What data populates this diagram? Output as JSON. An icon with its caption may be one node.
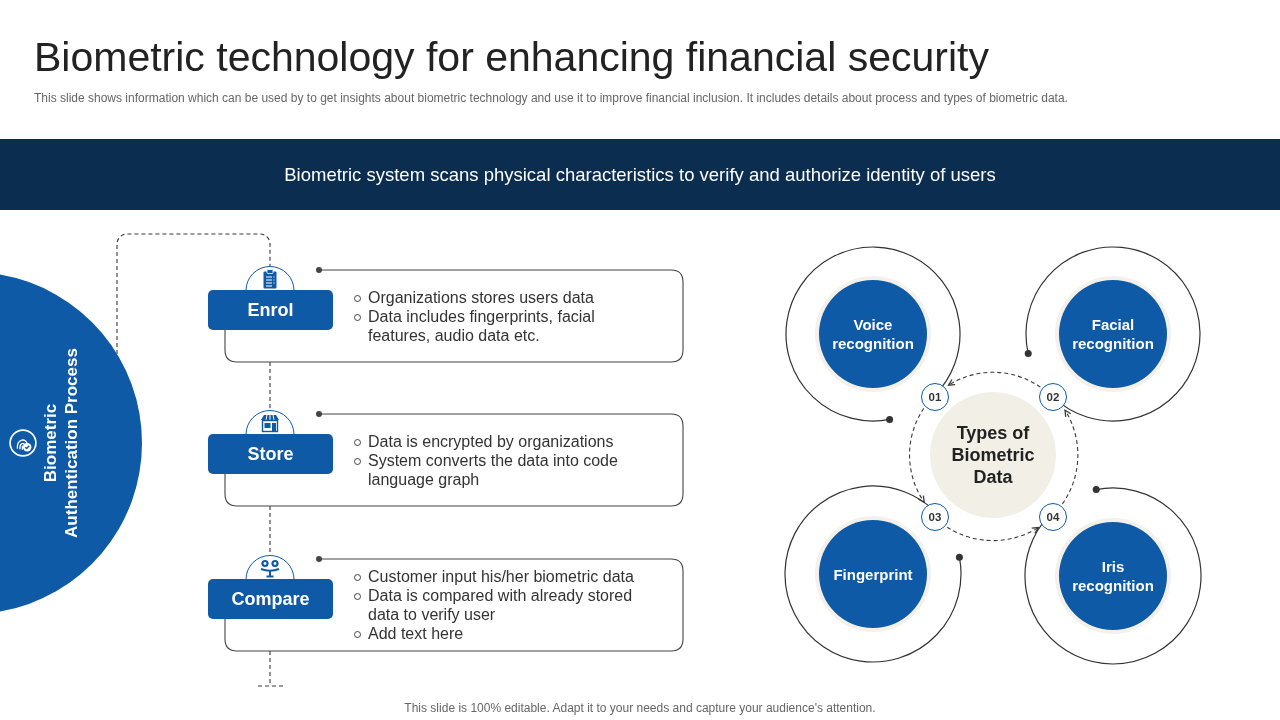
{
  "diagram": {
    "title": "Biometric technology for enhancing financial security",
    "nodes": [
      {
        "text": [
          "Biometric system scans physical characteristics to verify and authorize identity of users"
        ]
      },
      {
        "text": [
          "Biometric Authentication Process"
        ]
      },
      {
        "text": [
          "Enrol",
          "Organizations stores users data",
          "Data includes fingerprints, facial features, audio data etc."
        ]
      },
      {
        "text": [
          "Store",
          "Data is encrypted by organizations",
          "System converts the data into code language graph"
        ]
      },
      {
        "text": [
          "Compare",
          "Customer input his/her biometric data",
          "Data is compared with already stored data to verify user",
          "Add text here"
        ]
      },
      {
        "text": [
          "Voice recognition"
        ]
      },
      {
        "text": [
          "Facial recognition"
        ]
      },
      {
        "text": [
          "01"
        ]
      },
      {
        "text": [
          "02"
        ]
      },
      {
        "text": [
          "Types of Biometric Data"
        ]
      },
      {
        "text": [
          "03"
        ]
      },
      {
        "text": [
          "04"
        ]
      },
      {
        "text": [
          "Fingerprint"
        ]
      },
      {
        "text": [
          "Iris recognition"
        ]
      }
    ],
    "edges": [
      {
        "from": 1,
        "to": 2,
        "arrow": "none",
        "style": "dashed"
      },
      {
        "from": 2,
        "to": 3,
        "arrow": "none",
        "style": "dashed"
      },
      {
        "from": 3,
        "to": 4,
        "arrow": "none",
        "style": "dashed"
      },
      {
        "from": 4,
        "to": null,
        "arrow": "none",
        "style": "dashed"
      },
      {
        "from": 8,
        "to": 7,
        "arrow": "to",
        "style": "dashed"
      },
      {
        "from": 7,
        "to": 10,
        "arrow": "to",
        "style": "dashed"
      },
      {
        "from": 10,
        "to": 11,
        "arrow": "to",
        "style": "dashed"
      },
      {
        "from": 11,
        "to": 8,
        "arrow": "to",
        "style": "dashed"
      }
    ],
    "labels": [
      "This slide shows information which can be used by to get insights about biometric technology and use it to improve financial inclusion. It includes details about process and types of biometric data.",
      "This slide is 100% editable. Adapt it to your needs and capture your audience's attention."
    ]
  }
}
